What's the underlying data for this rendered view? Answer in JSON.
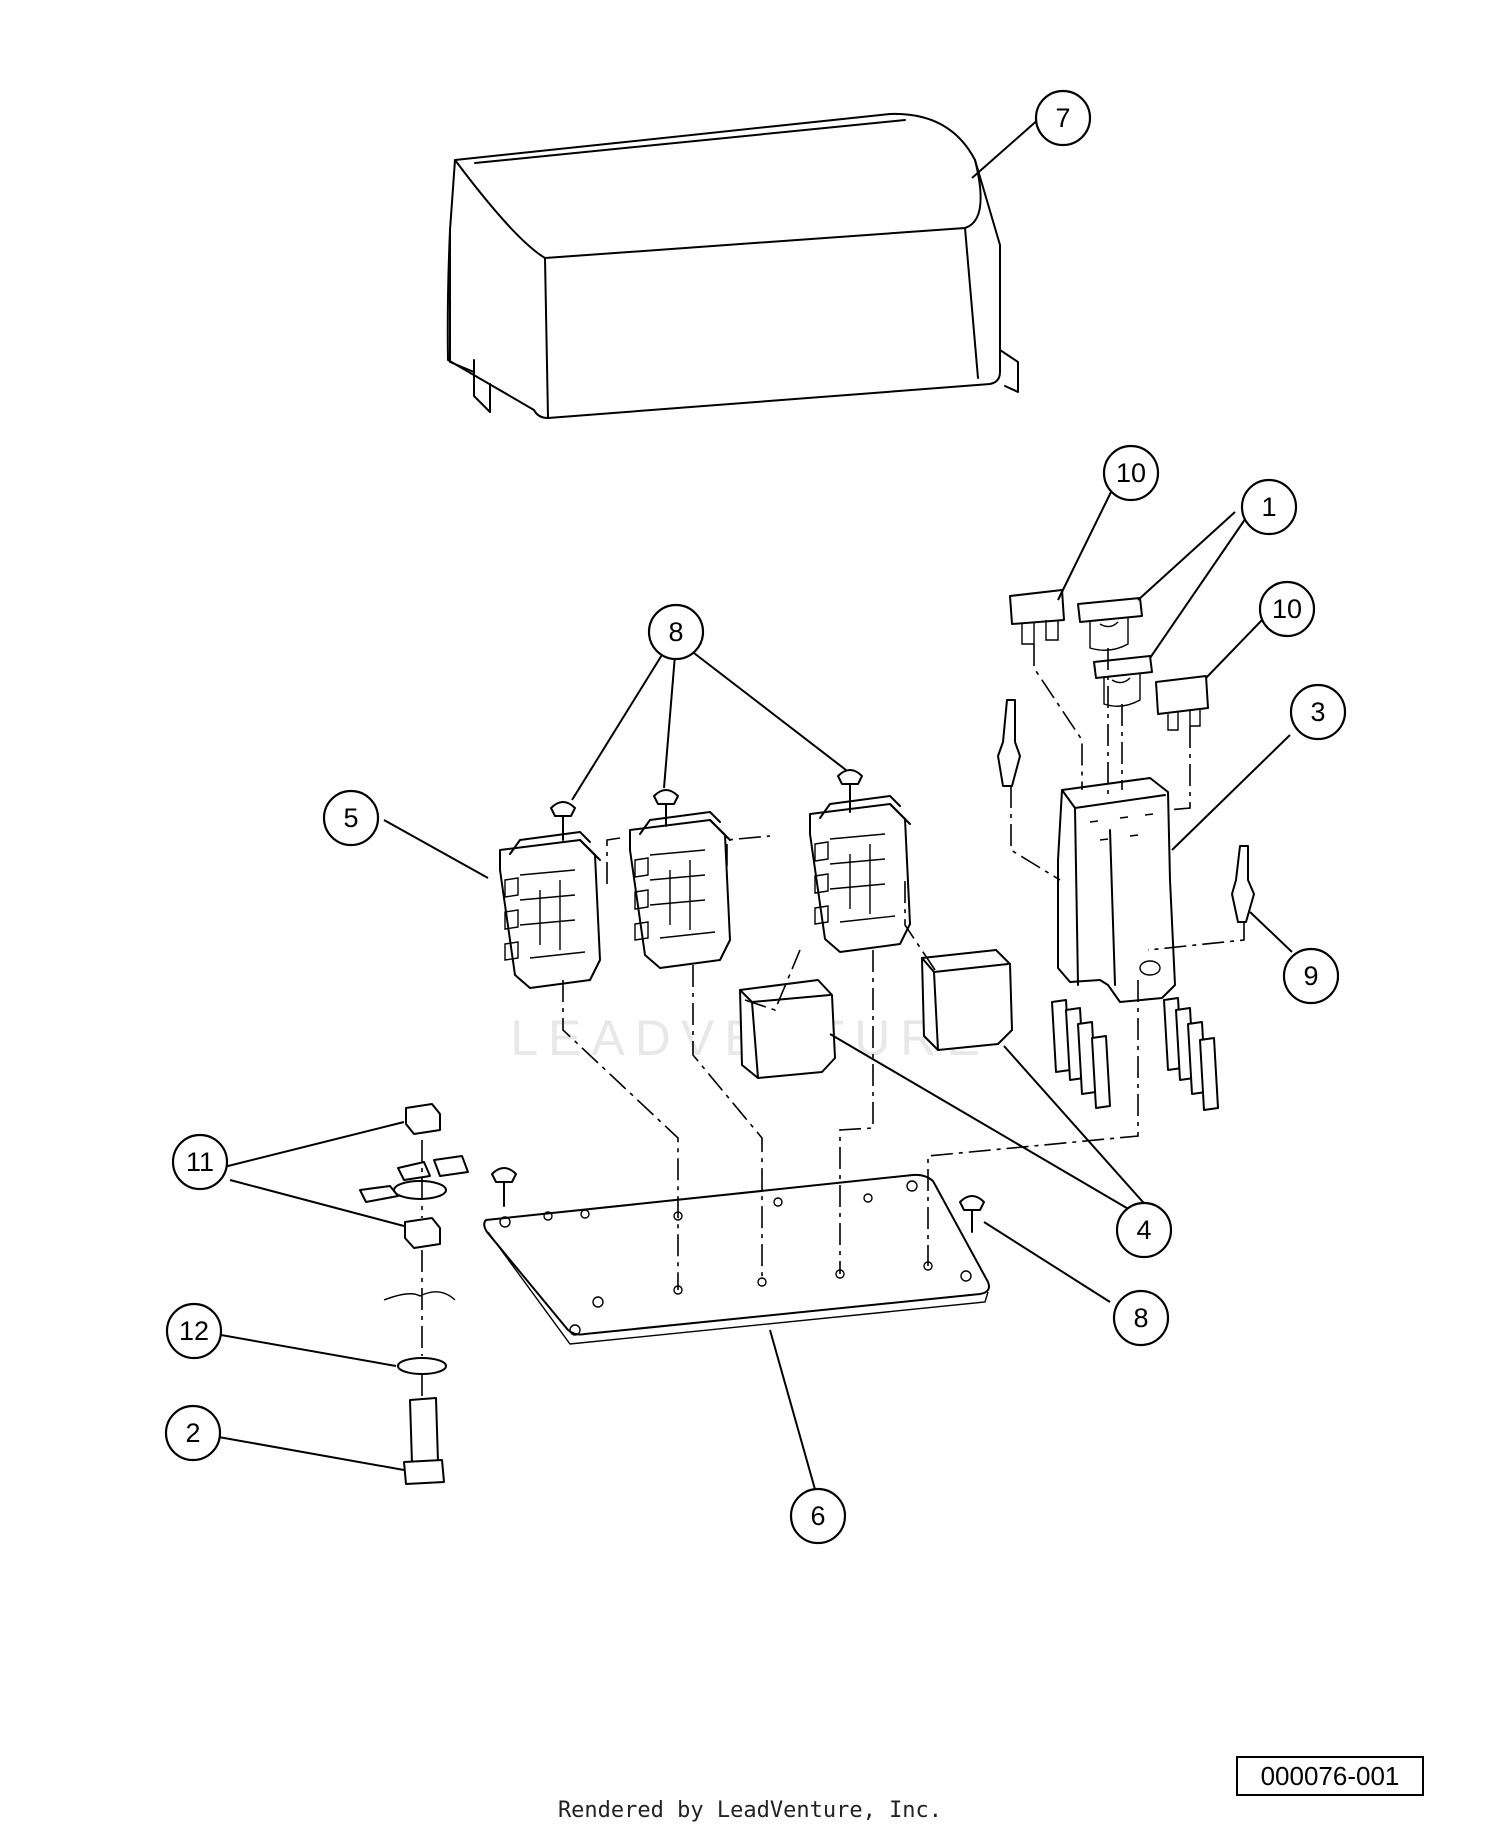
{
  "watermark": "LEADVENTURE",
  "callouts": [
    {
      "id": "c7",
      "label": "7"
    },
    {
      "id": "c10a",
      "label": "10"
    },
    {
      "id": "c1",
      "label": "1"
    },
    {
      "id": "c10b",
      "label": "10"
    },
    {
      "id": "c3",
      "label": "3"
    },
    {
      "id": "c8a",
      "label": "8"
    },
    {
      "id": "c5",
      "label": "5"
    },
    {
      "id": "c9",
      "label": "9"
    },
    {
      "id": "c4",
      "label": "4"
    },
    {
      "id": "c11",
      "label": "11"
    },
    {
      "id": "c8b",
      "label": "8"
    },
    {
      "id": "c12",
      "label": "12"
    },
    {
      "id": "c2",
      "label": "2"
    },
    {
      "id": "c6",
      "label": "6"
    }
  ],
  "diagram_ref": "000076-001",
  "footer": "Rendered by LeadVenture, Inc."
}
